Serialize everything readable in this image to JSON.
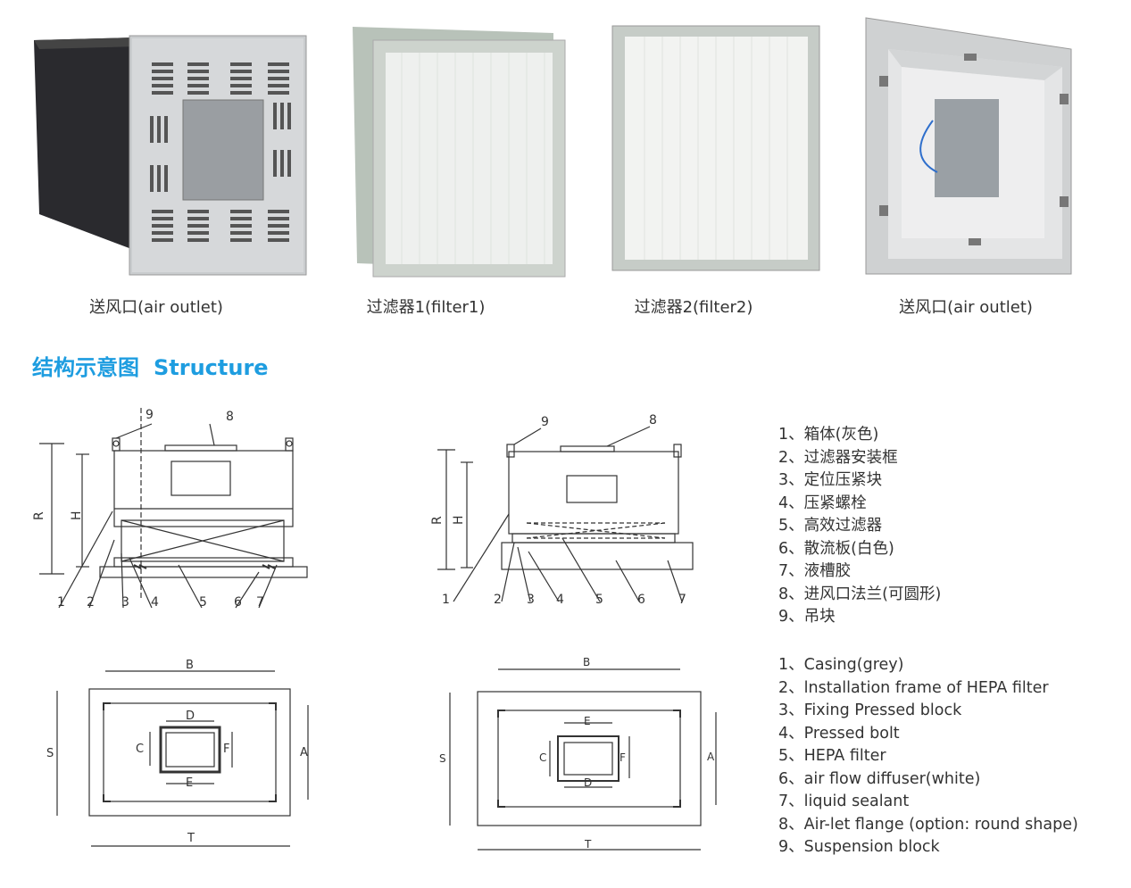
{
  "photos": [
    {
      "caption": "送风口(air outlet)"
    },
    {
      "caption": "过滤器1(filter1)"
    },
    {
      "caption": "过滤器2(filter2)"
    },
    {
      "caption": "送风口(air outlet)"
    }
  ],
  "section": {
    "title_cn": "结构示意图",
    "title_en": "Structure"
  },
  "diagram": {
    "side_numbers": [
      "1",
      "2",
      "3",
      "4",
      "5",
      "6",
      "7",
      "8",
      "9"
    ],
    "dim_R": "R",
    "dim_H": "H",
    "dim_B": "B",
    "dim_T": "T",
    "dim_S": "S",
    "dim_A": "A",
    "dim_C": "C",
    "dim_D": "D",
    "dim_E": "E",
    "dim_F": "F"
  },
  "parts_cn": [
    "1、箱体(灰色)",
    "2、过滤器安装框",
    "3、定位压紧块",
    "4、压紧螺栓",
    "5、高效过滤器",
    "6、散流板(白色)",
    "7、液槽胶",
    "8、进风口法兰(可圆形)",
    "9、吊块"
  ],
  "parts_en": [
    "1、Casing(grey)",
    "2、lnstallation frame of HEPA filter",
    "3、Fixing Pressed block",
    "4、Pressed bolt",
    "5、HEPA filter",
    "6、air flow diffuser(white)",
    "7、liquid sealant",
    "8、Air-let flange (option: round shape)",
    "9、Suspension block"
  ]
}
